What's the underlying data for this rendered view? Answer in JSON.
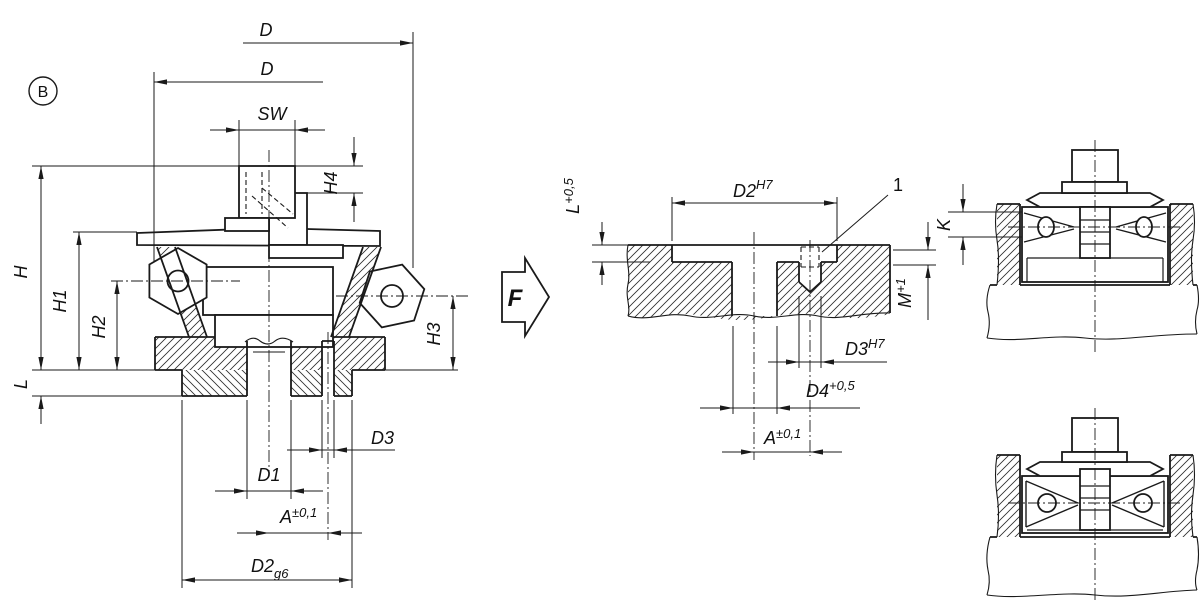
{
  "drawing": {
    "marker_b": "B",
    "view_arrow_f": "F",
    "callout_1": "1",
    "left": {
      "d_upper": "D",
      "d_lower": "D",
      "sw": "SW",
      "h4": "H4",
      "h": "H",
      "h1": "H1",
      "h2": "H2",
      "l": "L",
      "h3": "H3",
      "d3": "D3",
      "d1": "D1",
      "a": "A",
      "a_tol": "±0,1",
      "d2": "D2",
      "d2_fit": "g6"
    },
    "section": {
      "d2": "D2",
      "d2_fit": "H7",
      "l": "L",
      "l_tol": "+0,5",
      "m": "M",
      "m_tol": "+1",
      "d3": "D3",
      "d3_fit": "H7",
      "d4": "D4",
      "d4_tol": "+0,5",
      "a": "A",
      "a_tol": "±0,1"
    },
    "installed_top": {
      "k": "K"
    },
    "line_color": "#1a1a1a"
  }
}
